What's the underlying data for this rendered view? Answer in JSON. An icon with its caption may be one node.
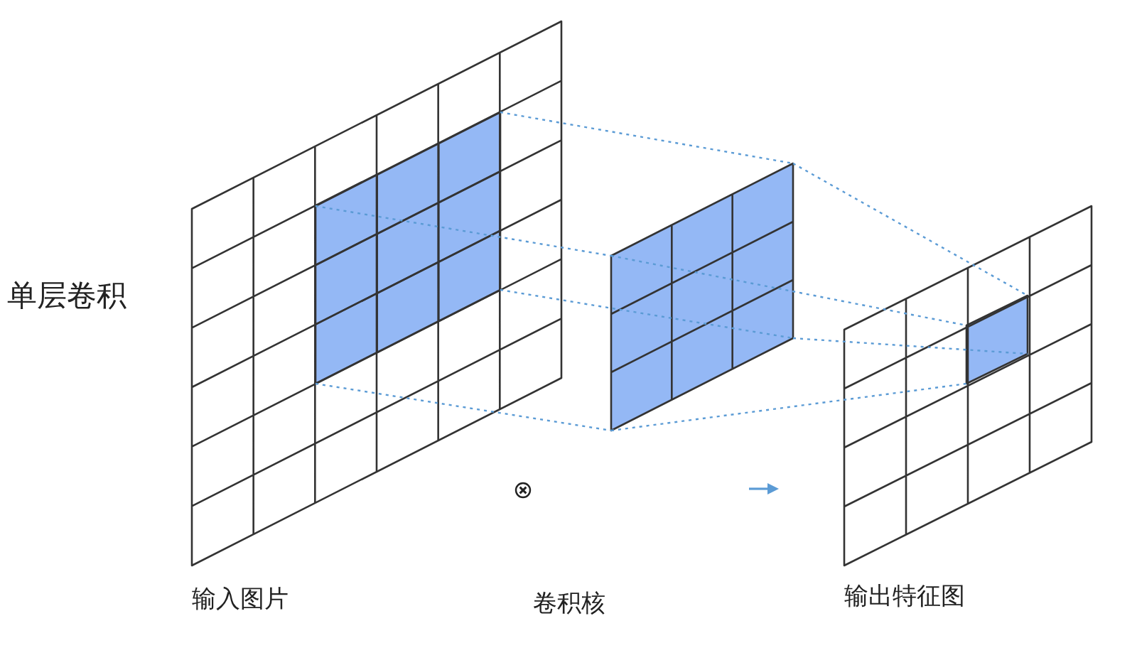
{
  "diagram": {
    "nodes": [
      {
        "text": [
          "输入图片"
        ]
      },
      {
        "text": [],
        "shape": "box",
        "in": 0
      },
      {
        "text": [],
        "shape": "box"
      },
      {
        "text": [
          "输出特征图"
        ]
      },
      {
        "text": [],
        "shape": "box",
        "in": 3
      }
    ],
    "edges": [
      {
        "from": 1,
        "to": 2,
        "arrow": "none",
        "style": "dashed"
      },
      {
        "from": 1,
        "to": 2,
        "arrow": "none",
        "style": "dashed"
      },
      {
        "from": 1,
        "to": 2,
        "arrow": "none",
        "style": "dashed"
      },
      {
        "from": 1,
        "to": 2,
        "arrow": "none",
        "style": "dashed"
      },
      {
        "from": 2,
        "to": 4,
        "arrow": "none",
        "style": "dashed"
      },
      {
        "from": 2,
        "to": 4,
        "arrow": "none",
        "style": "dashed"
      },
      {
        "from": 2,
        "to": 4,
        "arrow": "none",
        "style": "dashed"
      },
      {
        "from": 2,
        "to": 4,
        "arrow": "none",
        "style": "dashed"
      }
    ],
    "labels": [
      "单层卷积",
      "卷积核"
    ]
  }
}
